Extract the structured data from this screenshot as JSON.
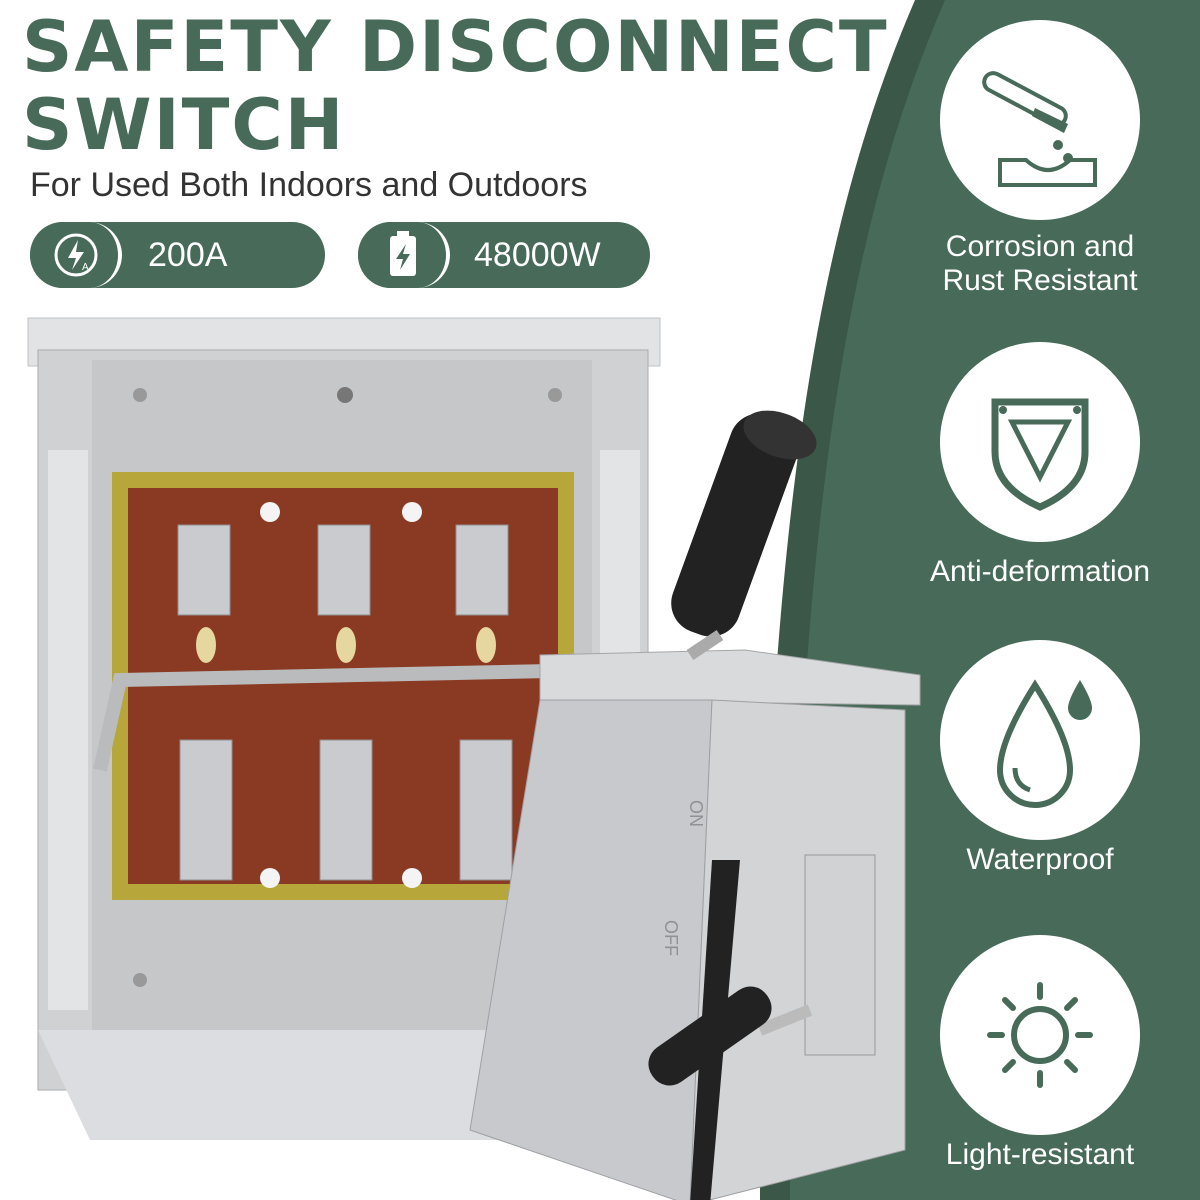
{
  "title": "SAFETY DISCONNECT SWITCH",
  "title_lines": [
    "SAFETY DISCONNECT",
    "SWITCH"
  ],
  "subtitle": "For Used Both Indoors and Outdoors",
  "specs": [
    {
      "icon": "lightning-amp-icon",
      "value": "200A"
    },
    {
      "icon": "battery-bolt-icon",
      "value": "48000W"
    }
  ],
  "features": [
    {
      "icon": "corrosion-icon",
      "label": "Corrosion and Rust Resistant",
      "lines": [
        "Corrosion and",
        "Rust Resistant"
      ]
    },
    {
      "icon": "shield-icon",
      "label": "Anti-deformation"
    },
    {
      "icon": "water-drop-icon",
      "label": "Waterproof"
    },
    {
      "icon": "sun-icon",
      "label": "Light-resistant"
    }
  ],
  "product_labels": {
    "on": "ON",
    "off": "OFF"
  },
  "colors": {
    "brand_green": "#476a59",
    "dark_green": "#3a5748",
    "panel_brown": "#8a3a22",
    "panel_border": "#b7a63a"
  }
}
